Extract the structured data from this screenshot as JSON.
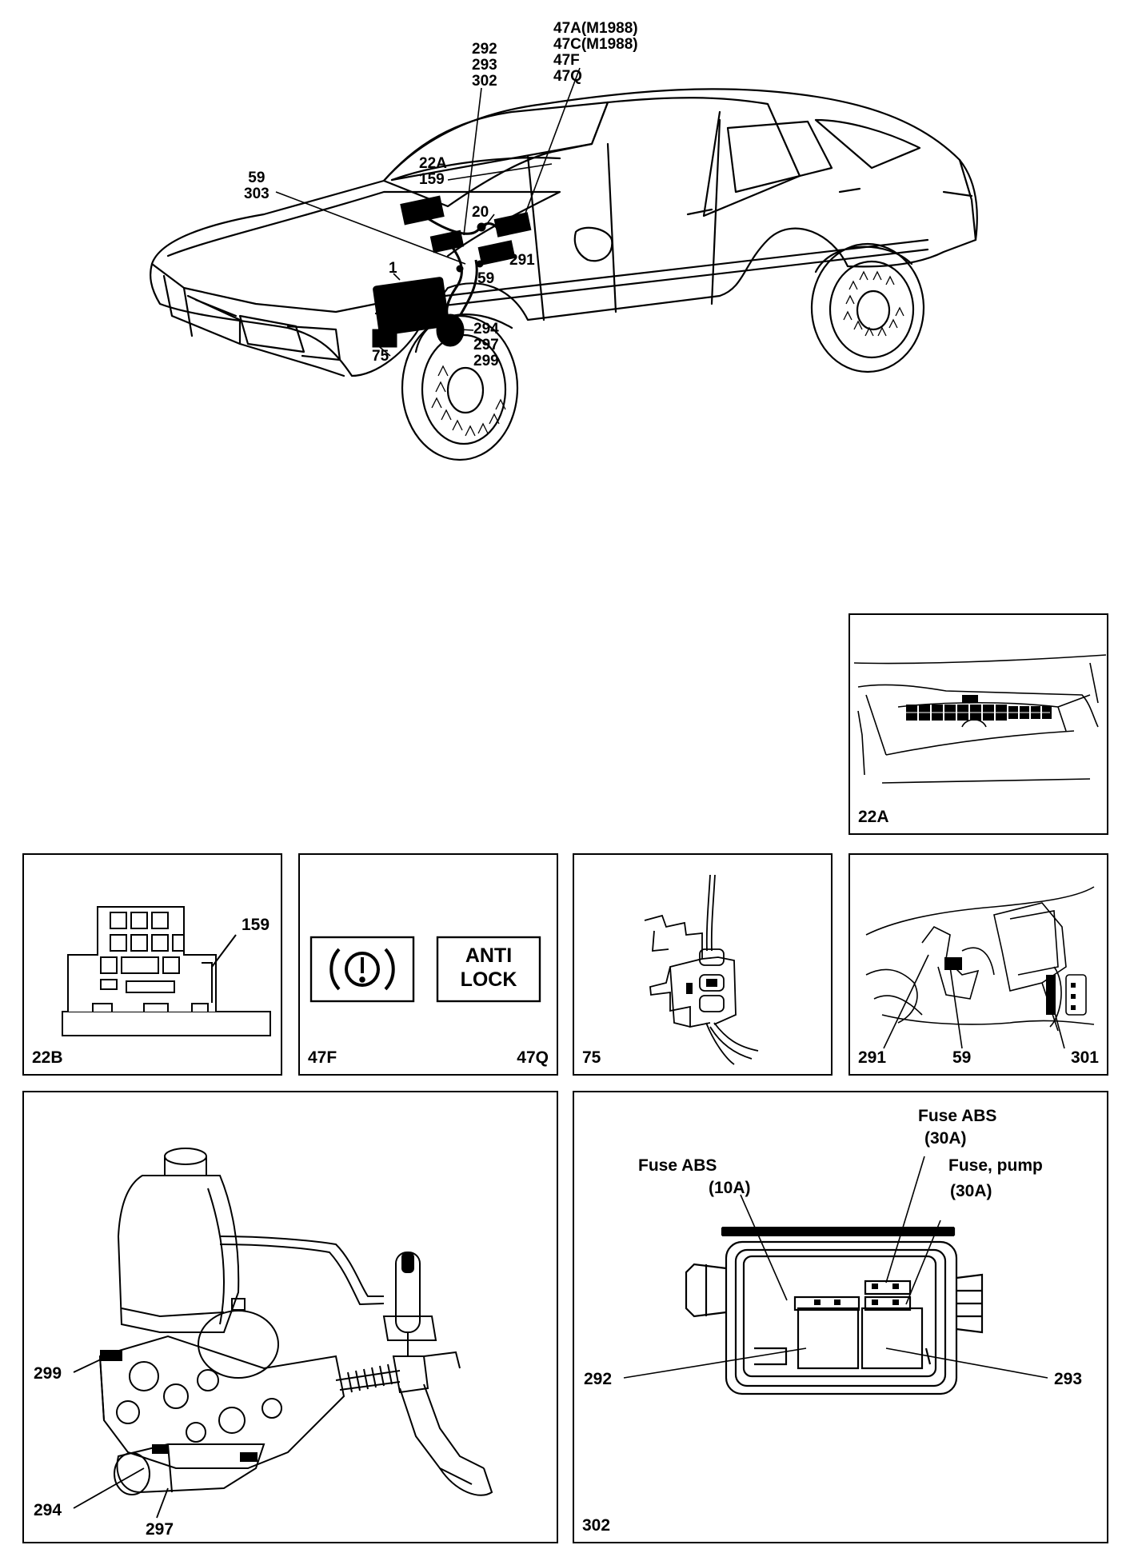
{
  "car_callouts": {
    "c47": [
      "47A(M1988)",
      "47C(M1988)",
      "47F",
      "47Q"
    ],
    "c292": [
      "292",
      "293",
      "302"
    ],
    "c22a": [
      "22A",
      "159"
    ],
    "c59left": [
      "59",
      "303"
    ],
    "c20": "20",
    "c291": "291",
    "c1": "1",
    "c59": "59",
    "c75": "75",
    "c294": [
      "294",
      "297",
      "299"
    ]
  },
  "panels": {
    "p22a": {
      "label": "22A"
    },
    "p22b": {
      "label": "22B",
      "callout": "159"
    },
    "p47": {
      "label_left": "47F",
      "label_right": "47Q",
      "sym_anti": "ANTI",
      "sym_lock": "LOCK"
    },
    "p75": {
      "label": "75"
    },
    "p291": {
      "labels": [
        "291",
        "59",
        "301"
      ]
    },
    "p299": {
      "callouts": [
        "299",
        "294",
        "297"
      ]
    },
    "p302": {
      "label": "302",
      "fuse10_title": "Fuse ABS",
      "fuse10_rating": "(10A)",
      "fuse30_title": "Fuse ABS",
      "fuse30_rating": "(30A)",
      "pump_title": "Fuse, pump",
      "pump_rating": "(30A)",
      "relay_left": "292",
      "relay_right": "293"
    }
  }
}
